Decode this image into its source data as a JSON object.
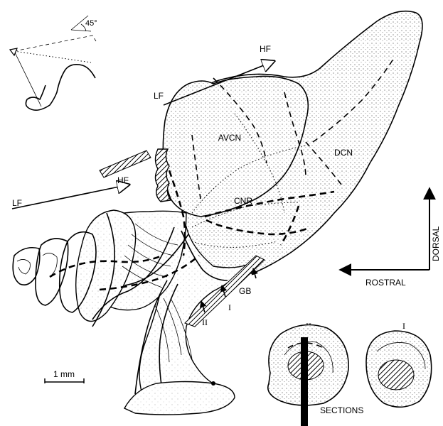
{
  "labels": {
    "hf_top": "HF",
    "lf_top": "LF",
    "avcn": "AVCN",
    "dcn": "DCN",
    "cnr": "CNR",
    "hf_mid": "HF",
    "lf_mid": "LF",
    "gb": "GB",
    "marker_one": "I",
    "marker_two": "II",
    "section_two": "II",
    "section_one": "I",
    "sections": "SECTIONS",
    "scale_bar": "1 mm",
    "rostral": "ROSTRAL",
    "dorsal": "DORSAL",
    "angle": "45°"
  }
}
